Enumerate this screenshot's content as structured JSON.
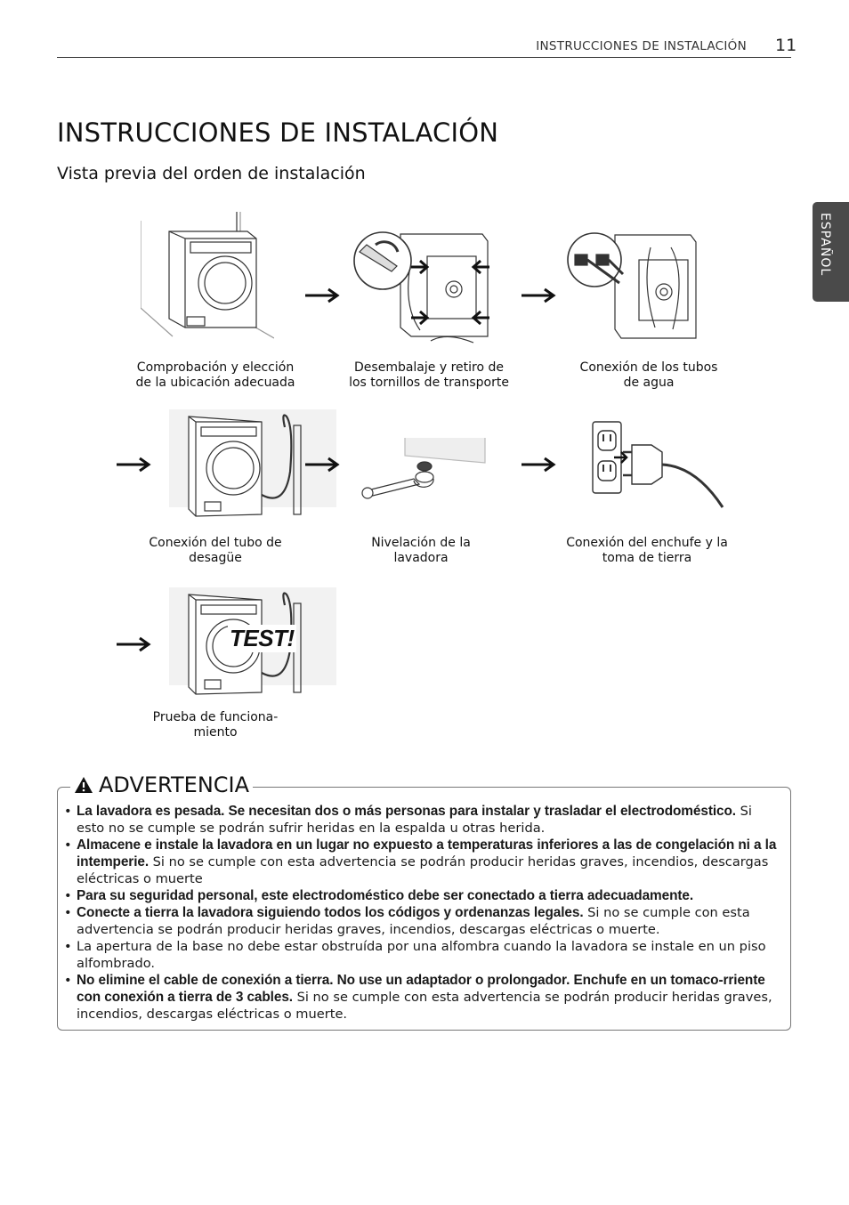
{
  "header": {
    "running_title": "INSTRUCCIONES DE INSTALACIÓN",
    "page_number": "11"
  },
  "side_tab": {
    "label": "ESPAÑOL"
  },
  "title": "INSTRUCCIONES DE INSTALACIÓN",
  "subtitle": "Vista previa del orden de instalación",
  "steps": [
    {
      "label_line1": "Comprobación y elección",
      "label_line2": "de la ubicación adecuada",
      "icon": "washer-corner-icon"
    },
    {
      "label_line1": "Desembalaje y retiro de",
      "label_line2": "los tornillos de transporte",
      "icon": "transit-bolts-icon"
    },
    {
      "label_line1": "Conexión de los tubos",
      "label_line2": "de agua",
      "icon": "water-hoses-icon"
    },
    {
      "label_line1": "Conexión del tubo de",
      "label_line2": "desagüe",
      "icon": "drain-hose-icon"
    },
    {
      "label_line1": "Nivelación de la",
      "label_line2": "lavadora",
      "icon": "leveling-wrench-icon"
    },
    {
      "label_line1": "Conexión del enchufe y la",
      "label_line2": "toma de tierra",
      "icon": "plug-outlet-icon"
    },
    {
      "label_line1": "Prueba de funciona-",
      "label_line2": "miento",
      "icon": "test-run-icon",
      "badge": "TEST!"
    }
  ],
  "warning": {
    "heading": "ADVERTENCIA",
    "items": [
      {
        "bold": "La lavadora es pesada. Se necesitan dos o más personas para instalar y trasladar el electrodoméstico.",
        "text": "Si esto no se cumple se podrán sufrir heridas en la espalda u otras herida."
      },
      {
        "bold": "Almacene e instale la lavadora en un lugar no expuesto a temperaturas inferiores a las de congelación ni a la intemperie.",
        "text": "Si no se cumple con esta advertencia se podrán producir heridas graves, incendios, descargas eléctricas o muerte"
      },
      {
        "bold": "Para su seguridad personal, este electrodoméstico debe ser conectado a tierra adecuadamente.",
        "text": ""
      },
      {
        "bold": "Conecte a tierra la lavadora siguiendo todos los códigos y ordenanzas legales.",
        "text": "Si no se cumple con esta advertencia se podrán producir heridas graves, incendios, descargas eléctricas o muerte."
      },
      {
        "bold": "",
        "text": "La apertura de la base no debe estar obstruída por una alfombra cuando la lavadora se instale en un piso alfombrado."
      },
      {
        "bold": "No elimine el cable de conexión a tierra. No use un adaptador o prolongador. Enchufe en un tomaco-rriente con conexión a tierra de 3 cables.",
        "text": "Si no se cumple con esta advertencia se podrán producir heridas graves, incendios, descargas eléctricas o muerte."
      }
    ]
  }
}
